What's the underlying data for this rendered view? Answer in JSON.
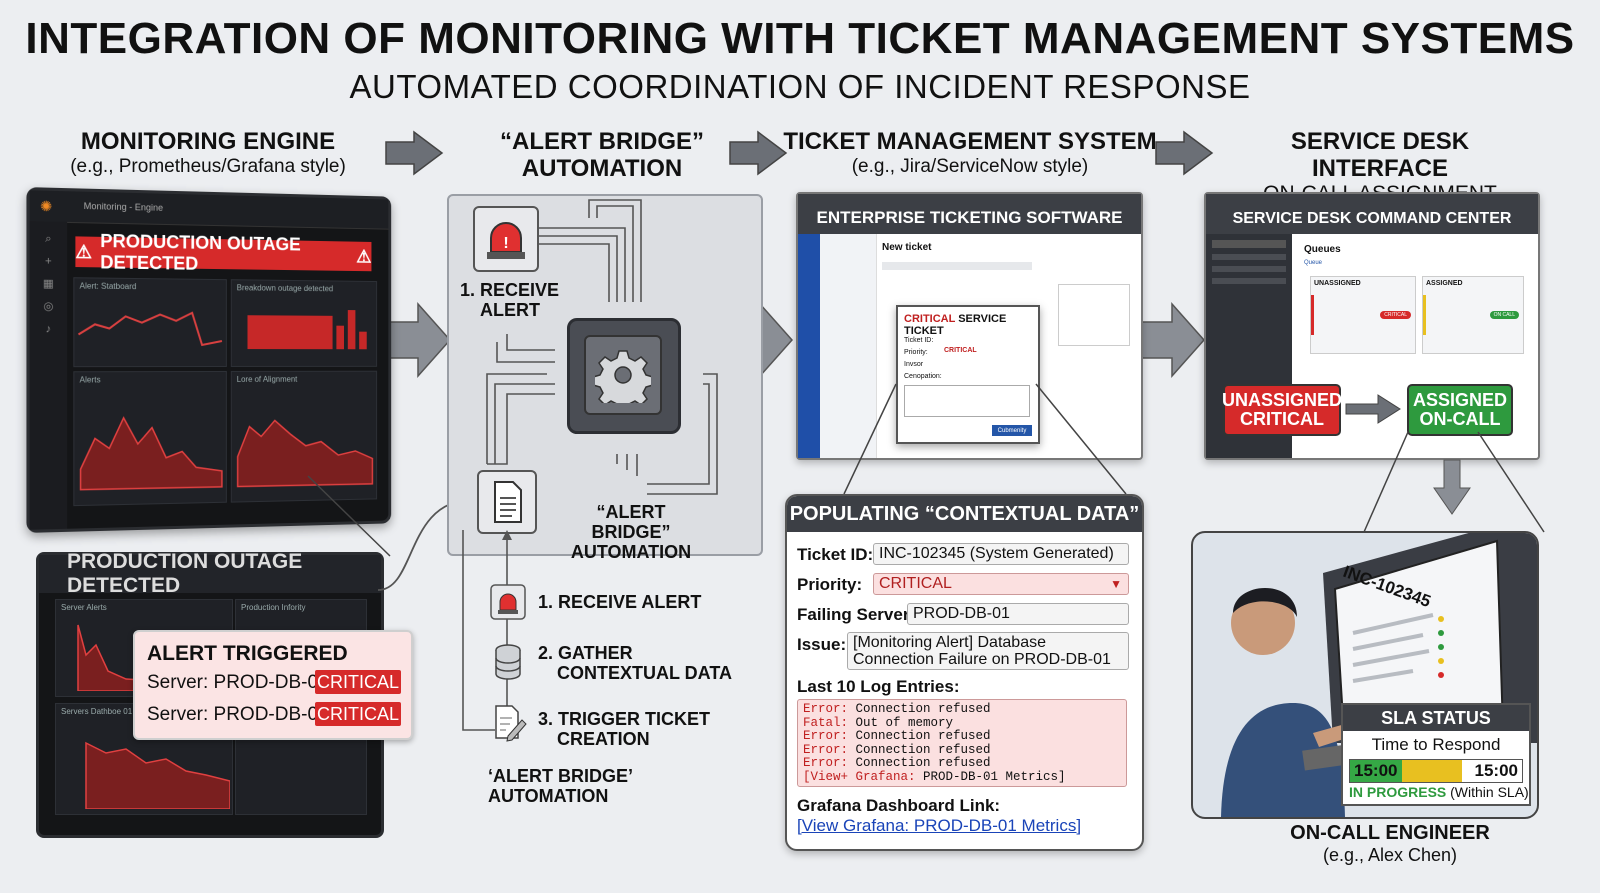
{
  "header": {
    "title": "INTEGRATION OF MONITORING WITH TICKET MANAGEMENT SYSTEMS",
    "subtitle": "AUTOMATED COORDINATION OF INCIDENT RESPONSE"
  },
  "columns": {
    "monitoring": {
      "title": "MONITORING ENGINE",
      "sub": "(e.g., Prometheus/Grafana style)"
    },
    "bridge": {
      "title_line1": "“ALERT BRIDGE”",
      "title_line2": "AUTOMATION"
    },
    "ticket": {
      "title": "TICKET MANAGEMENT SYSTEM",
      "sub": "(e.g., Jira/ServiceNow style)"
    },
    "service": {
      "title": "SERVICE DESK INTERFACE",
      "sub": "ON-CALL ASSIGNMENT"
    }
  },
  "monitor": {
    "app_title": "Monitoring - Engine",
    "banner": "PRODUCTION OUTAGE DETECTED",
    "panels": [
      "Alert: Statboard",
      "Breakdown outage detected",
      "Alerts",
      "Lore of Alignment"
    ]
  },
  "zoom": {
    "title": "PRODUCTION OUTAGE DETECTED",
    "panels": [
      "Server Alerts",
      "Production Infority",
      "Servers Dathboe 01"
    ],
    "alert_title": "ALERT TRIGGERED",
    "rows": [
      {
        "server": "Server: PROD-DB-01",
        "badge": "CRITICAL"
      },
      {
        "server": "Server: PROD-DB-01",
        "badge": "CRITICAL"
      }
    ]
  },
  "bridge": {
    "receive_label_1": "1. RECEIVE",
    "receive_label_2": "ALERT",
    "doc_label_1": "“ALERT BRIDGE”",
    "doc_label_2": "AUTOMATION",
    "steps": [
      {
        "line1": "1. RECEIVE ALERT",
        "line2": ""
      },
      {
        "line1": "2. GATHER",
        "line2": "CONTEXTUAL DATA"
      },
      {
        "line1": "3. TRIGGER TICKET",
        "line2": "CREATION"
      }
    ],
    "footer_1": "‘ALERT BRIDGE’",
    "footer_2": "AUTOMATION"
  },
  "ticketing": {
    "window_title": "ENTERPRISE TICKETING SOFTWARE",
    "new_ticket": "New ticket",
    "critical_ticket": {
      "title_red": "CRITICAL",
      "title_rest": " SERVICE TICKET",
      "fields": [
        "Ticket ID:",
        "Priority:",
        "Invsor",
        "Cenopation:"
      ],
      "priority_value": "CRITICAL",
      "button": "Cubmenity"
    }
  },
  "context": {
    "title": "POPULATING “CONTEXTUAL DATA”",
    "ticket_id_label": "Ticket ID:",
    "ticket_id_value": "INC-102345 (System Generated)",
    "priority_label": "Priority:",
    "priority_value": "CRITICAL",
    "server_label": "Failing Server:",
    "server_value": "PROD-DB-01",
    "issue_label": "Issue:",
    "issue_line1": "[Monitoring Alert] Database",
    "issue_line2": "Connection Failure on PROD-DB-01",
    "log_label": "Last 10 Log Entries:",
    "logs": [
      {
        "k": "Error:",
        "v": " Connection refused"
      },
      {
        "k": "Fatal:",
        "v": " Out of memory"
      },
      {
        "k": "Error:",
        "v": " Connection refused"
      },
      {
        "k": "Error:",
        "v": " Connection refused"
      },
      {
        "k": "Error:",
        "v": " Connection refused"
      },
      {
        "k": "[View+ Grafana:",
        "v": " PROD-DB-01 Metrics]"
      }
    ],
    "link_label": "Grafana Dashboard Link:",
    "link_text": "[View Grafana: PROD-DB-01 Metrics]"
  },
  "service_desk": {
    "window_title": "SERVICE DESK COMMAND CENTER",
    "queues": "Queues",
    "queue_tab": "Queue",
    "unassigned_col": "UNASSIGNED",
    "assigned_col": "ASSIGNED",
    "critical_chip": "CRITICAL",
    "oncall_chip": "ON CALL",
    "state_from_1": "UNASSIGNED",
    "state_from_2": "CRITICAL",
    "state_to_1": "ASSIGNED",
    "state_to_2": "ON-CALL"
  },
  "engineer": {
    "screen_text": "INC-102345",
    "sla_title": "SLA STATUS",
    "sla_sub": "Time to Respond",
    "sla_left": "15:00",
    "sla_right": "15:00",
    "sla_state": "IN PROGRESS",
    "sla_note": " (Within SLA)",
    "caption": "ON-CALL ENGINEER",
    "caption_sub": "(e.g., Alex Chen)"
  },
  "colors": {
    "critical": "#d62a2a",
    "assigned": "#2e9a3e",
    "dark": "#3c3f45"
  }
}
